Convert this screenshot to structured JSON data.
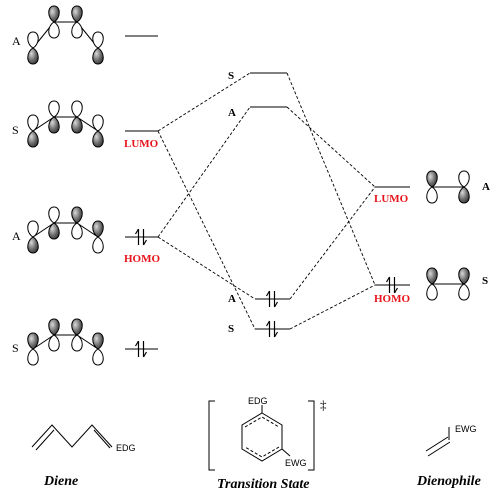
{
  "diene": {
    "levels": [
      {
        "symmetry": "A",
        "label": "",
        "electrons": 0
      },
      {
        "symmetry": "S",
        "label": "LUMO",
        "electrons": 0
      },
      {
        "symmetry": "A",
        "label": "HOMO",
        "electrons": 2
      },
      {
        "symmetry": "S",
        "label": "",
        "electrons": 2
      }
    ],
    "substituent": "EDG",
    "name": "Diene"
  },
  "transition_state": {
    "levels": [
      {
        "symmetry": "S",
        "electrons": 0
      },
      {
        "symmetry": "A",
        "electrons": 0
      },
      {
        "symmetry": "A",
        "electrons": 2
      },
      {
        "symmetry": "S",
        "electrons": 2
      }
    ],
    "substituents": [
      "EDG",
      "EWG"
    ],
    "dagger": "‡",
    "name": "Transition State"
  },
  "dienophile": {
    "levels": [
      {
        "symmetry": "A",
        "label": "LUMO",
        "electrons": 0
      },
      {
        "symmetry": "S",
        "label": "HOMO",
        "electrons": 2
      }
    ],
    "substituent": "EWG",
    "name": "Dienophile"
  },
  "colors": {
    "frontier_label": "#e8141b",
    "lines": "#000000",
    "lobe_fill": "#5a5a5a"
  }
}
